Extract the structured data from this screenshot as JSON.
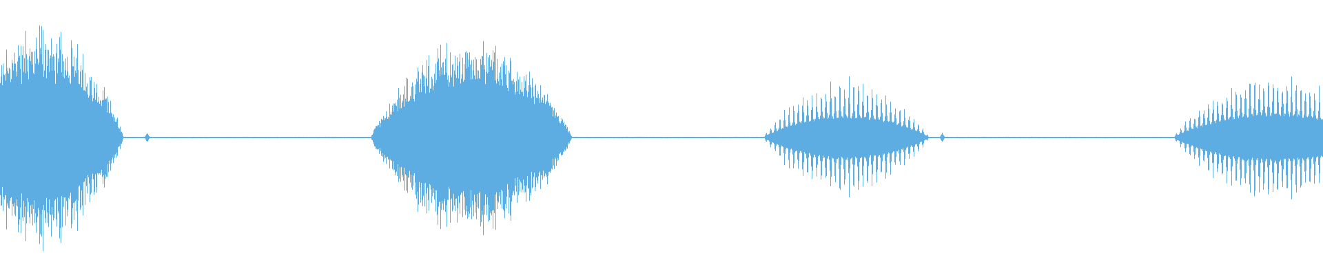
{
  "waveform": {
    "color": "#5dade2",
    "background": "#ffffff",
    "bursts": [
      {
        "start": 0.0,
        "end": 0.093,
        "peak_amplitude": 0.95,
        "character": "dense"
      },
      {
        "start": 0.28,
        "end": 0.432,
        "peak_amplitude": 0.85,
        "character": "dense"
      },
      {
        "start": 0.577,
        "end": 0.702,
        "peak_amplitude": 0.52,
        "character": "spiky"
      },
      {
        "start": 0.887,
        "end": 1.0,
        "peak_amplitude": 0.58,
        "character": "spiky"
      }
    ],
    "blips": [
      0.111,
      0.712
    ]
  }
}
